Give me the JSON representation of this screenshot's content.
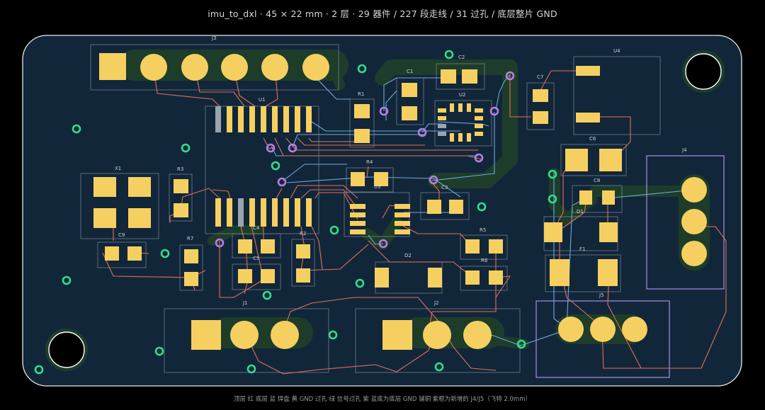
{
  "title": "imu_to_dxl · 45 × 22 mm · 2 层 · 29 器件 / 227 段走线 / 31 过孔 / 底层整片 GND",
  "legend": "顶层 红  底层 蓝  焊盘 黄  GND 过孔 绿  信号过孔 紫  蓝底为底层 GND 铺铜  紫框为新增的 J4/J5（飞特 2.0mm）",
  "refs": {
    "J3": "J3",
    "U1": "U1",
    "R1": "R1",
    "C1": "C1",
    "C2": "C2",
    "U2": "U2",
    "C7": "C7",
    "U4": "U4",
    "C6": "C6",
    "J4": "J4",
    "C8": "C8",
    "D1": "D1",
    "F1": "F1",
    "X1": "X1",
    "R3": "R3",
    "R4": "R4",
    "U3": "U3",
    "C3": "C3",
    "C9": "C9",
    "R7": "R7",
    "C4": "C4",
    "C5": "C5",
    "R2": "R2",
    "R5": "R5",
    "R6": "R6",
    "D2": "D2",
    "J1": "J1",
    "J2": "J2",
    "J5": "J5"
  },
  "colors": {
    "background": "#000000",
    "board": "#12263a",
    "board_outline": "#e8e8e8",
    "top_copper": "#e07058",
    "bottom_copper": "#6fa8dc",
    "pad": "#f5d060",
    "gnd_via": "#2ee08a",
    "signal_via": "#b77ee0",
    "gnd_pour": "#1d3d2a",
    "silk": "#8a9aa8",
    "new_part_frame": "#a98ee6"
  }
}
